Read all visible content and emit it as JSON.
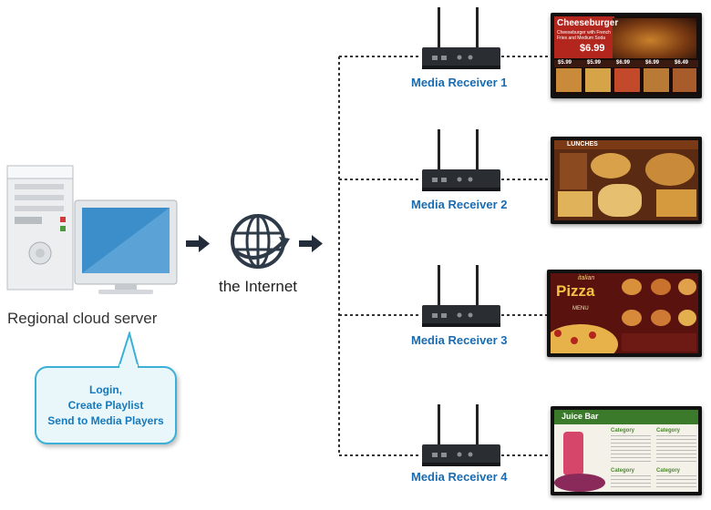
{
  "server": {
    "label": "Regional cloud server"
  },
  "internet": {
    "label": "the Internet"
  },
  "callout": {
    "lines": [
      "Login,",
      "Create Playlist",
      "Send to Media Players"
    ]
  },
  "receivers": [
    {
      "label": "Media Receiver 1"
    },
    {
      "label": "Media Receiver 2"
    },
    {
      "label": "Media Receiver 3"
    },
    {
      "label": "Media Receiver 4"
    }
  ],
  "screens": {
    "s1": {
      "title": "Cheeseburger",
      "subtitle": "Cheeseburger with French Fries and Medium Soda",
      "price": "$6.99",
      "prices": [
        "$5.99",
        "$5.99",
        "$6.99",
        "$6.99",
        "$6.49"
      ]
    },
    "s2": {
      "title": "LUNCHES"
    },
    "s3": {
      "script": "italian",
      "title": "Pizza",
      "menu": "MENU"
    },
    "s4": {
      "title": "Juice Bar",
      "category": "Category"
    }
  },
  "colors": {
    "receiver_label": "#1a6bb0",
    "callout_border": "#3bb0d6",
    "callout_text": "#1579bd",
    "line": "#333333"
  }
}
